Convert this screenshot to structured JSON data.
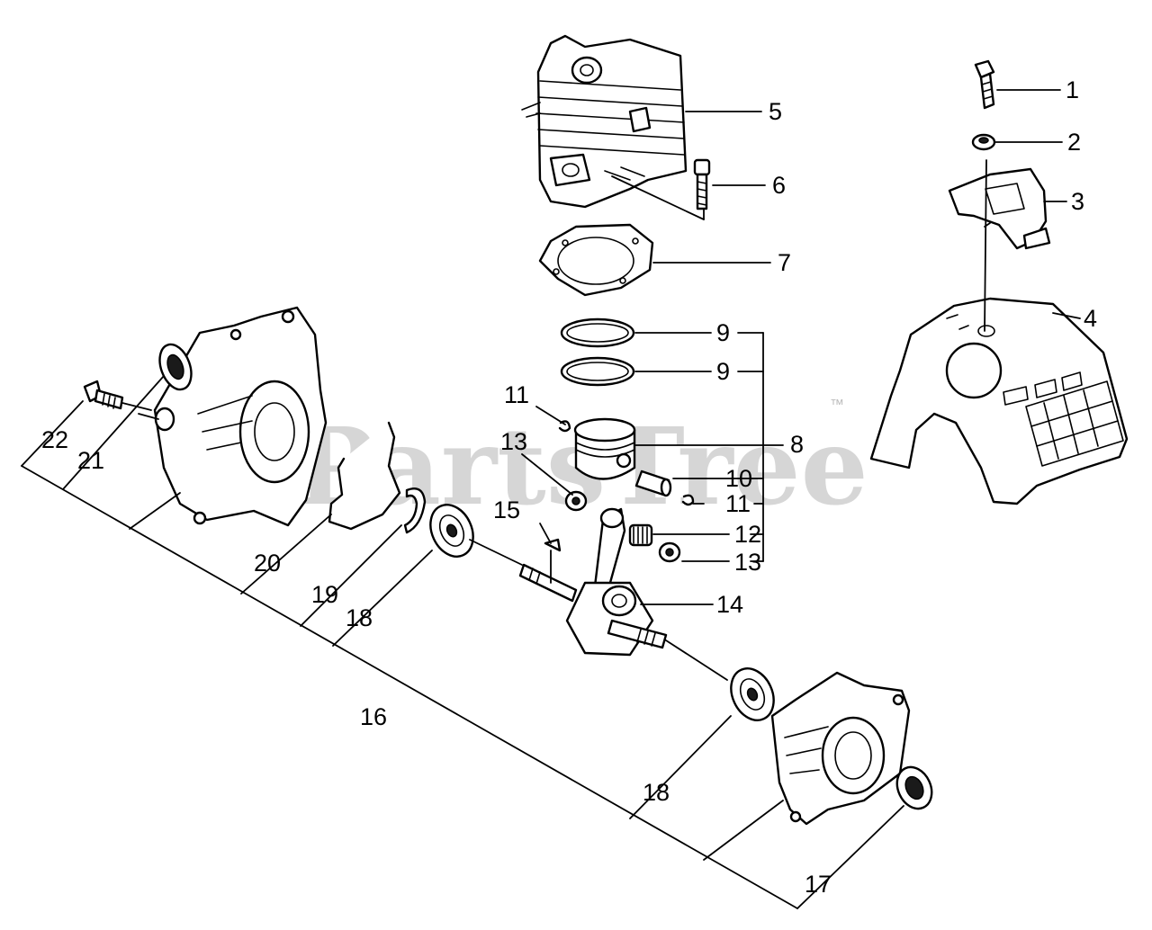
{
  "watermark": {
    "text": "PartsTree",
    "trademark": "™"
  },
  "callouts": [
    {
      "id": "c1",
      "label": "1"
    },
    {
      "id": "c2",
      "label": "2"
    },
    {
      "id": "c3",
      "label": "3"
    },
    {
      "id": "c4",
      "label": "4"
    },
    {
      "id": "c5",
      "label": "5"
    },
    {
      "id": "c6",
      "label": "6"
    },
    {
      "id": "c7",
      "label": "7"
    },
    {
      "id": "c8",
      "label": "8"
    },
    {
      "id": "c9a",
      "label": "9"
    },
    {
      "id": "c9b",
      "label": "9"
    },
    {
      "id": "c10",
      "label": "10"
    },
    {
      "id": "c11a",
      "label": "11"
    },
    {
      "id": "c11b",
      "label": "11"
    },
    {
      "id": "c12",
      "label": "12"
    },
    {
      "id": "c13a",
      "label": "13"
    },
    {
      "id": "c13b",
      "label": "13"
    },
    {
      "id": "c14",
      "label": "14"
    },
    {
      "id": "c15",
      "label": "15"
    },
    {
      "id": "c16",
      "label": "16"
    },
    {
      "id": "c17",
      "label": "17"
    },
    {
      "id": "c18a",
      "label": "18"
    },
    {
      "id": "c18b",
      "label": "18"
    },
    {
      "id": "c19",
      "label": "19"
    },
    {
      "id": "c20",
      "label": "20"
    },
    {
      "id": "c21",
      "label": "21"
    },
    {
      "id": "c22",
      "label": "22"
    }
  ]
}
